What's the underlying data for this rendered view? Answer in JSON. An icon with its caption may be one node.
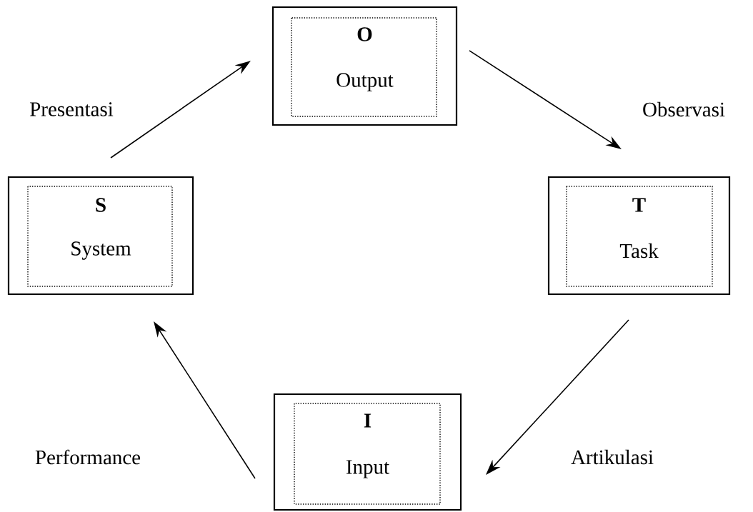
{
  "diagram": {
    "nodes": [
      {
        "text": [
          "O",
          "Output"
        ]
      },
      {
        "text": [
          "S",
          "System"
        ]
      },
      {
        "text": [
          "T",
          "Task"
        ]
      },
      {
        "text": [
          "I",
          "Input"
        ]
      }
    ],
    "edges": [
      {
        "from": 1,
        "to": 0,
        "arrow": "to",
        "label": "Presentasi"
      },
      {
        "from": 0,
        "to": 2,
        "arrow": "to",
        "label": "Observasi"
      },
      {
        "from": 2,
        "to": 3,
        "arrow": "to",
        "label": "Artikulasi"
      },
      {
        "from": 3,
        "to": 1,
        "arrow": "to",
        "label": "Performance"
      }
    ]
  }
}
